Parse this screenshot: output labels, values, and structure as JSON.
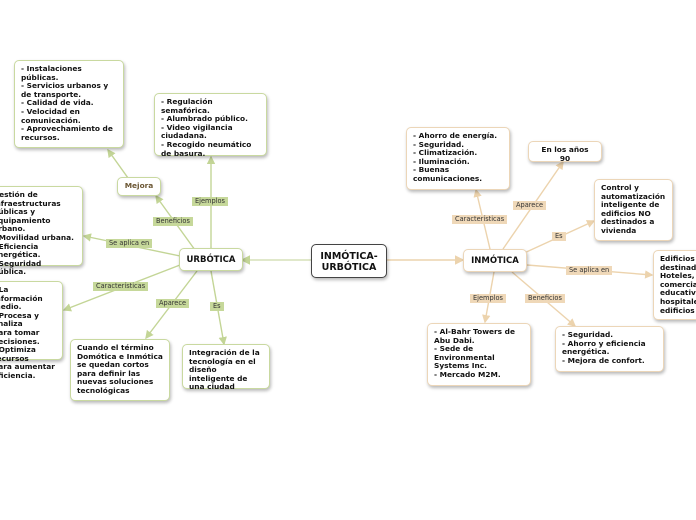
{
  "colors": {
    "green_edge": "#c3d596",
    "tan_edge": "#ecd3ad",
    "main_edge": "#d6e0b8",
    "green_label": "#c6d89a",
    "tan_label": "#efd8b8"
  },
  "nodes": {
    "central": "INMÓTICA-\nURBÓTICA",
    "urbotica": "URBÓTICA",
    "inmotica": "INMÓTICA",
    "mejora_node": "Mejora",
    "urb_mejora_list": "- Instalaciones públicas.\n- Servicios urbanos y de transporte.\n- Calidad de vida.\n- Velocidad en comunicación.\n- Aprovechamiento de recursos.",
    "urb_ejemplos_list": "- Regulación semafórica.\n- Alumbrado público.\n- Video vigilancia ciudadana.\n- Recogido neumático de basura.",
    "urb_aplica_list": "Gestión de\ninfraestructuras\npúblicas y\nequipamiento urbano.\n- Movilidad urbana.\n- Eficiencia\nenergética.\n- Seguridad pública.",
    "urb_caracteristicas_list": "- La información\nmedio.\n- Procesa y analiza\npara tomar\ndecisiones.\n- Optimiza recursos\npara aumentar\neficiencia.",
    "urb_aparece_text": "Cuando el término Domótica e Inmótica se quedan cortos para definir las nuevas soluciones tecnológicas",
    "urb_es_text": "Integración de la tecnología en el diseño inteligente de una ciudad",
    "inm_caracteristicas_list": "- Ahorro de energía.\n- Seguridad.\n- Climatización.\n- Iluminación.\n- Buenas comunicaciones.",
    "inm_aparece_text": "En los años 90",
    "inm_es_text": "Control y automatización inteligente de edificios NO destinados a vivienda",
    "inm_aplica_text": "Edificios destinados Hoteles, comercial educativo hospitales edificios",
    "inm_ejemplos_list": "- Al-Bahr Towers de Abu Dabi.\n- Sede de Environmental Systems Inc.\n-  Mercado M2M.",
    "inm_beneficios_list": "- Seguridad.\n- Ahorro y eficiencia energética.\n- Mejora de confort."
  },
  "labels": {
    "beneficios_urb": "Beneficios",
    "ejemplos_urb": "Ejemplos",
    "se_aplica_urb": "Se aplica en",
    "caracteristicas_urb": "Características",
    "aparece_urb": "Aparece",
    "es_urb": "Es",
    "caracteristicas_inm": "Características",
    "aparece_inm": "Aparece",
    "es_inm": "Es",
    "se_aplica_inm": "Se aplica en",
    "ejemplos_inm": "Ejemplos",
    "beneficios_inm": "Beneficios"
  }
}
